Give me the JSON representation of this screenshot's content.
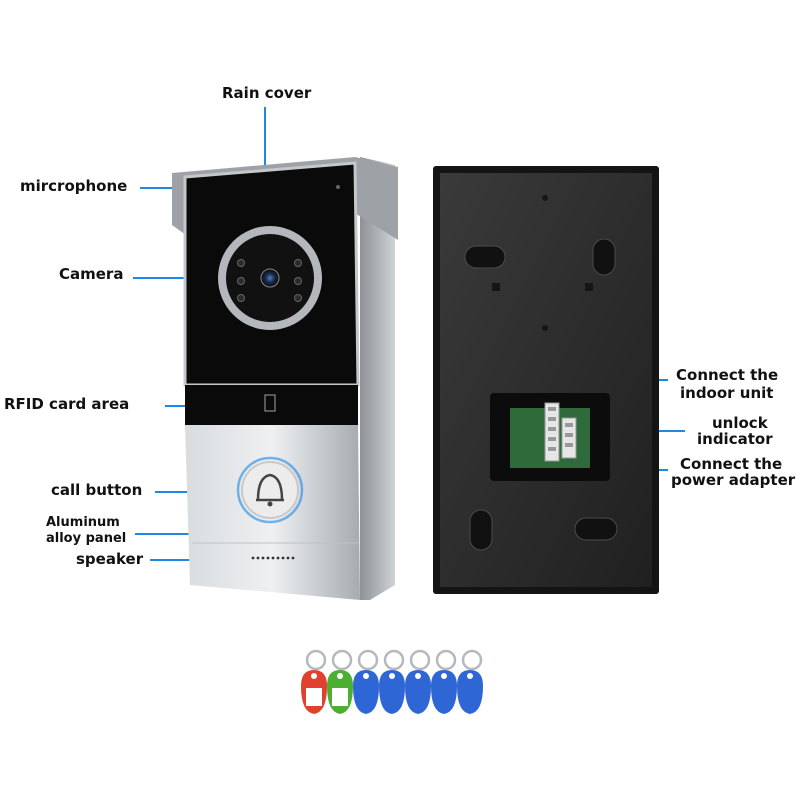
{
  "left_labels": {
    "rain_cover": "Rain cover",
    "microphone": "mircrophone",
    "camera": "Camera",
    "rfid": "RFID card area",
    "call_button": "call button",
    "panel_line1": "Aluminum",
    "panel_line2": "alloy panel",
    "speaker": "speaker"
  },
  "right_labels": {
    "indoor_line1": "Connect the",
    "indoor_line2": "indoor unit",
    "unlock_line1": "unlock",
    "unlock_line2": "indicator",
    "power_line1": "Connect the",
    "power_line2": "power adapter"
  },
  "tags": {
    "count": 7,
    "colors": [
      "#e0402e",
      "#4caf32",
      "#2f66d6",
      "#2f66d6",
      "#2f66d6",
      "#2f66d6",
      "#2f66d6"
    ]
  },
  "colors": {
    "callout_line": "#1e88e5",
    "panel_black": "#0a0a0a"
  }
}
